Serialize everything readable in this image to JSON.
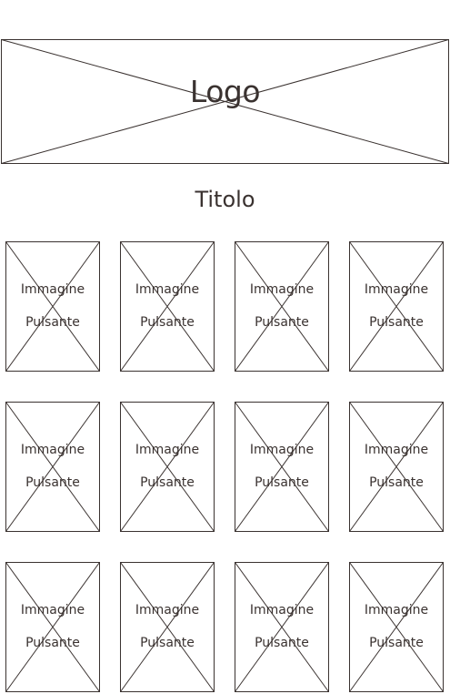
{
  "logo": {
    "label": "Logo"
  },
  "page": {
    "title": "Titolo"
  },
  "grid": {
    "tiles": [
      {
        "line1": "Immagine",
        "line2": "Pulsante"
      },
      {
        "line1": "Immagine",
        "line2": "Pulsante"
      },
      {
        "line1": "Immagine",
        "line2": "Pulsante"
      },
      {
        "line1": "Immagine",
        "line2": "Pulsante"
      },
      {
        "line1": "Immagine",
        "line2": "Pulsante"
      },
      {
        "line1": "Immagine",
        "line2": "Pulsante"
      },
      {
        "line1": "Immagine",
        "line2": "Pulsante"
      },
      {
        "line1": "Immagine",
        "line2": "Pulsante"
      },
      {
        "line1": "Immagine",
        "line2": "Pulsante"
      },
      {
        "line1": "Immagine",
        "line2": "Pulsante"
      },
      {
        "line1": "Immagine",
        "line2": "Pulsante"
      },
      {
        "line1": "Immagine",
        "line2": "Pulsante"
      }
    ]
  },
  "colors": {
    "stroke": "#3a3230",
    "background": "#ffffff"
  }
}
